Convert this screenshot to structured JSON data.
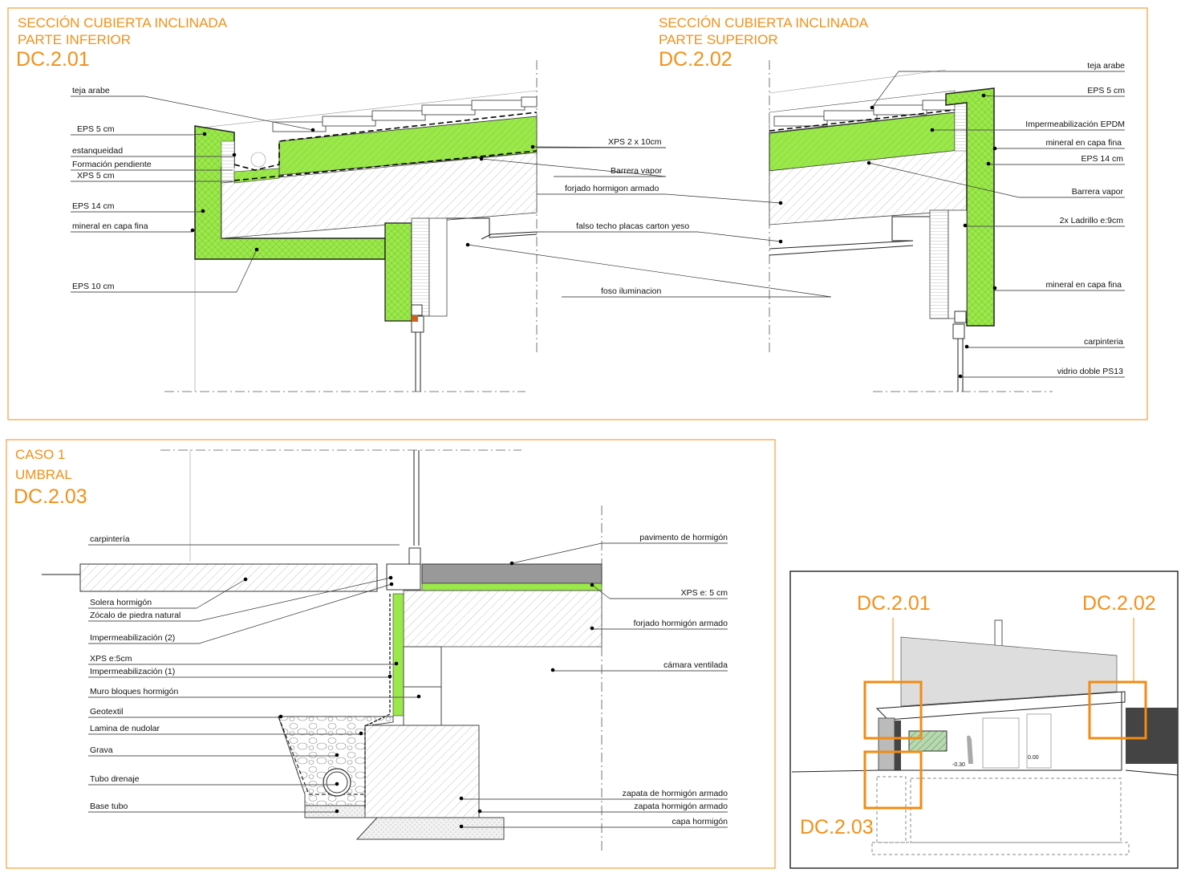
{
  "detail_1": {
    "title_line1": "SECCIÓN CUBIERTA INCLINADA",
    "title_line2": "PARTE INFERIOR",
    "code": "DC.2.01",
    "labels_left": [
      "teja arabe",
      "EPS 5 cm",
      "estanqueidad",
      "Formación pendiente",
      "XPS 5 cm",
      "EPS 14 cm",
      "mineral en capa fina",
      "EPS 10 cm"
    ]
  },
  "shared_labels": [
    "XPS 2 x 10cm",
    "Barrera vapor",
    "forjado hormigon armado",
    "falso techo placas carton yeso",
    "foso iluminacion"
  ],
  "detail_2": {
    "title_line1": "SECCIÓN CUBIERTA INCLINADA",
    "title_line2": "PARTE SUPERIOR",
    "code": "DC.2.02",
    "labels_right": [
      "teja arabe",
      "EPS 5 cm",
      "Impermeabilización EPDM",
      "mineral en capa fina",
      "EPS 14 cm",
      "Barrera vapor",
      "2x Ladrillo e:9cm",
      "mineral en capa fina",
      "carpinteria",
      "vidrio doble PS13"
    ]
  },
  "detail_3": {
    "title_line1": "CASO 1",
    "title_line2": "UMBRAL",
    "code": "DC.2.03",
    "labels_left": [
      "carpintería",
      "Solera hormigón",
      "Zócalo de piedra natural",
      "Impermeabilización (2)",
      "XPS e:5cm",
      "Impermeabilización (1)",
      "Muro bloques hormigón",
      "Geotextil",
      "Lamina de nudolar",
      "Grava",
      "Tubo drenaje",
      "Base tubo"
    ],
    "labels_right": [
      "pavimento de hormigón",
      "XPS e: 5 cm",
      "forjado hormigón armado",
      "cámara ventilada",
      "zapata de hormigón armado",
      "zapata hormigón armado",
      "capa hormigón"
    ]
  },
  "key_plan": {
    "callouts": [
      "DC.2.01",
      "DC.2.02",
      "DC.2.03"
    ],
    "levels": [
      "-0.30",
      "0.00"
    ]
  },
  "colors": {
    "accent": "#f39019",
    "insulation": "#9be84a",
    "frame": "#f3a74a"
  }
}
